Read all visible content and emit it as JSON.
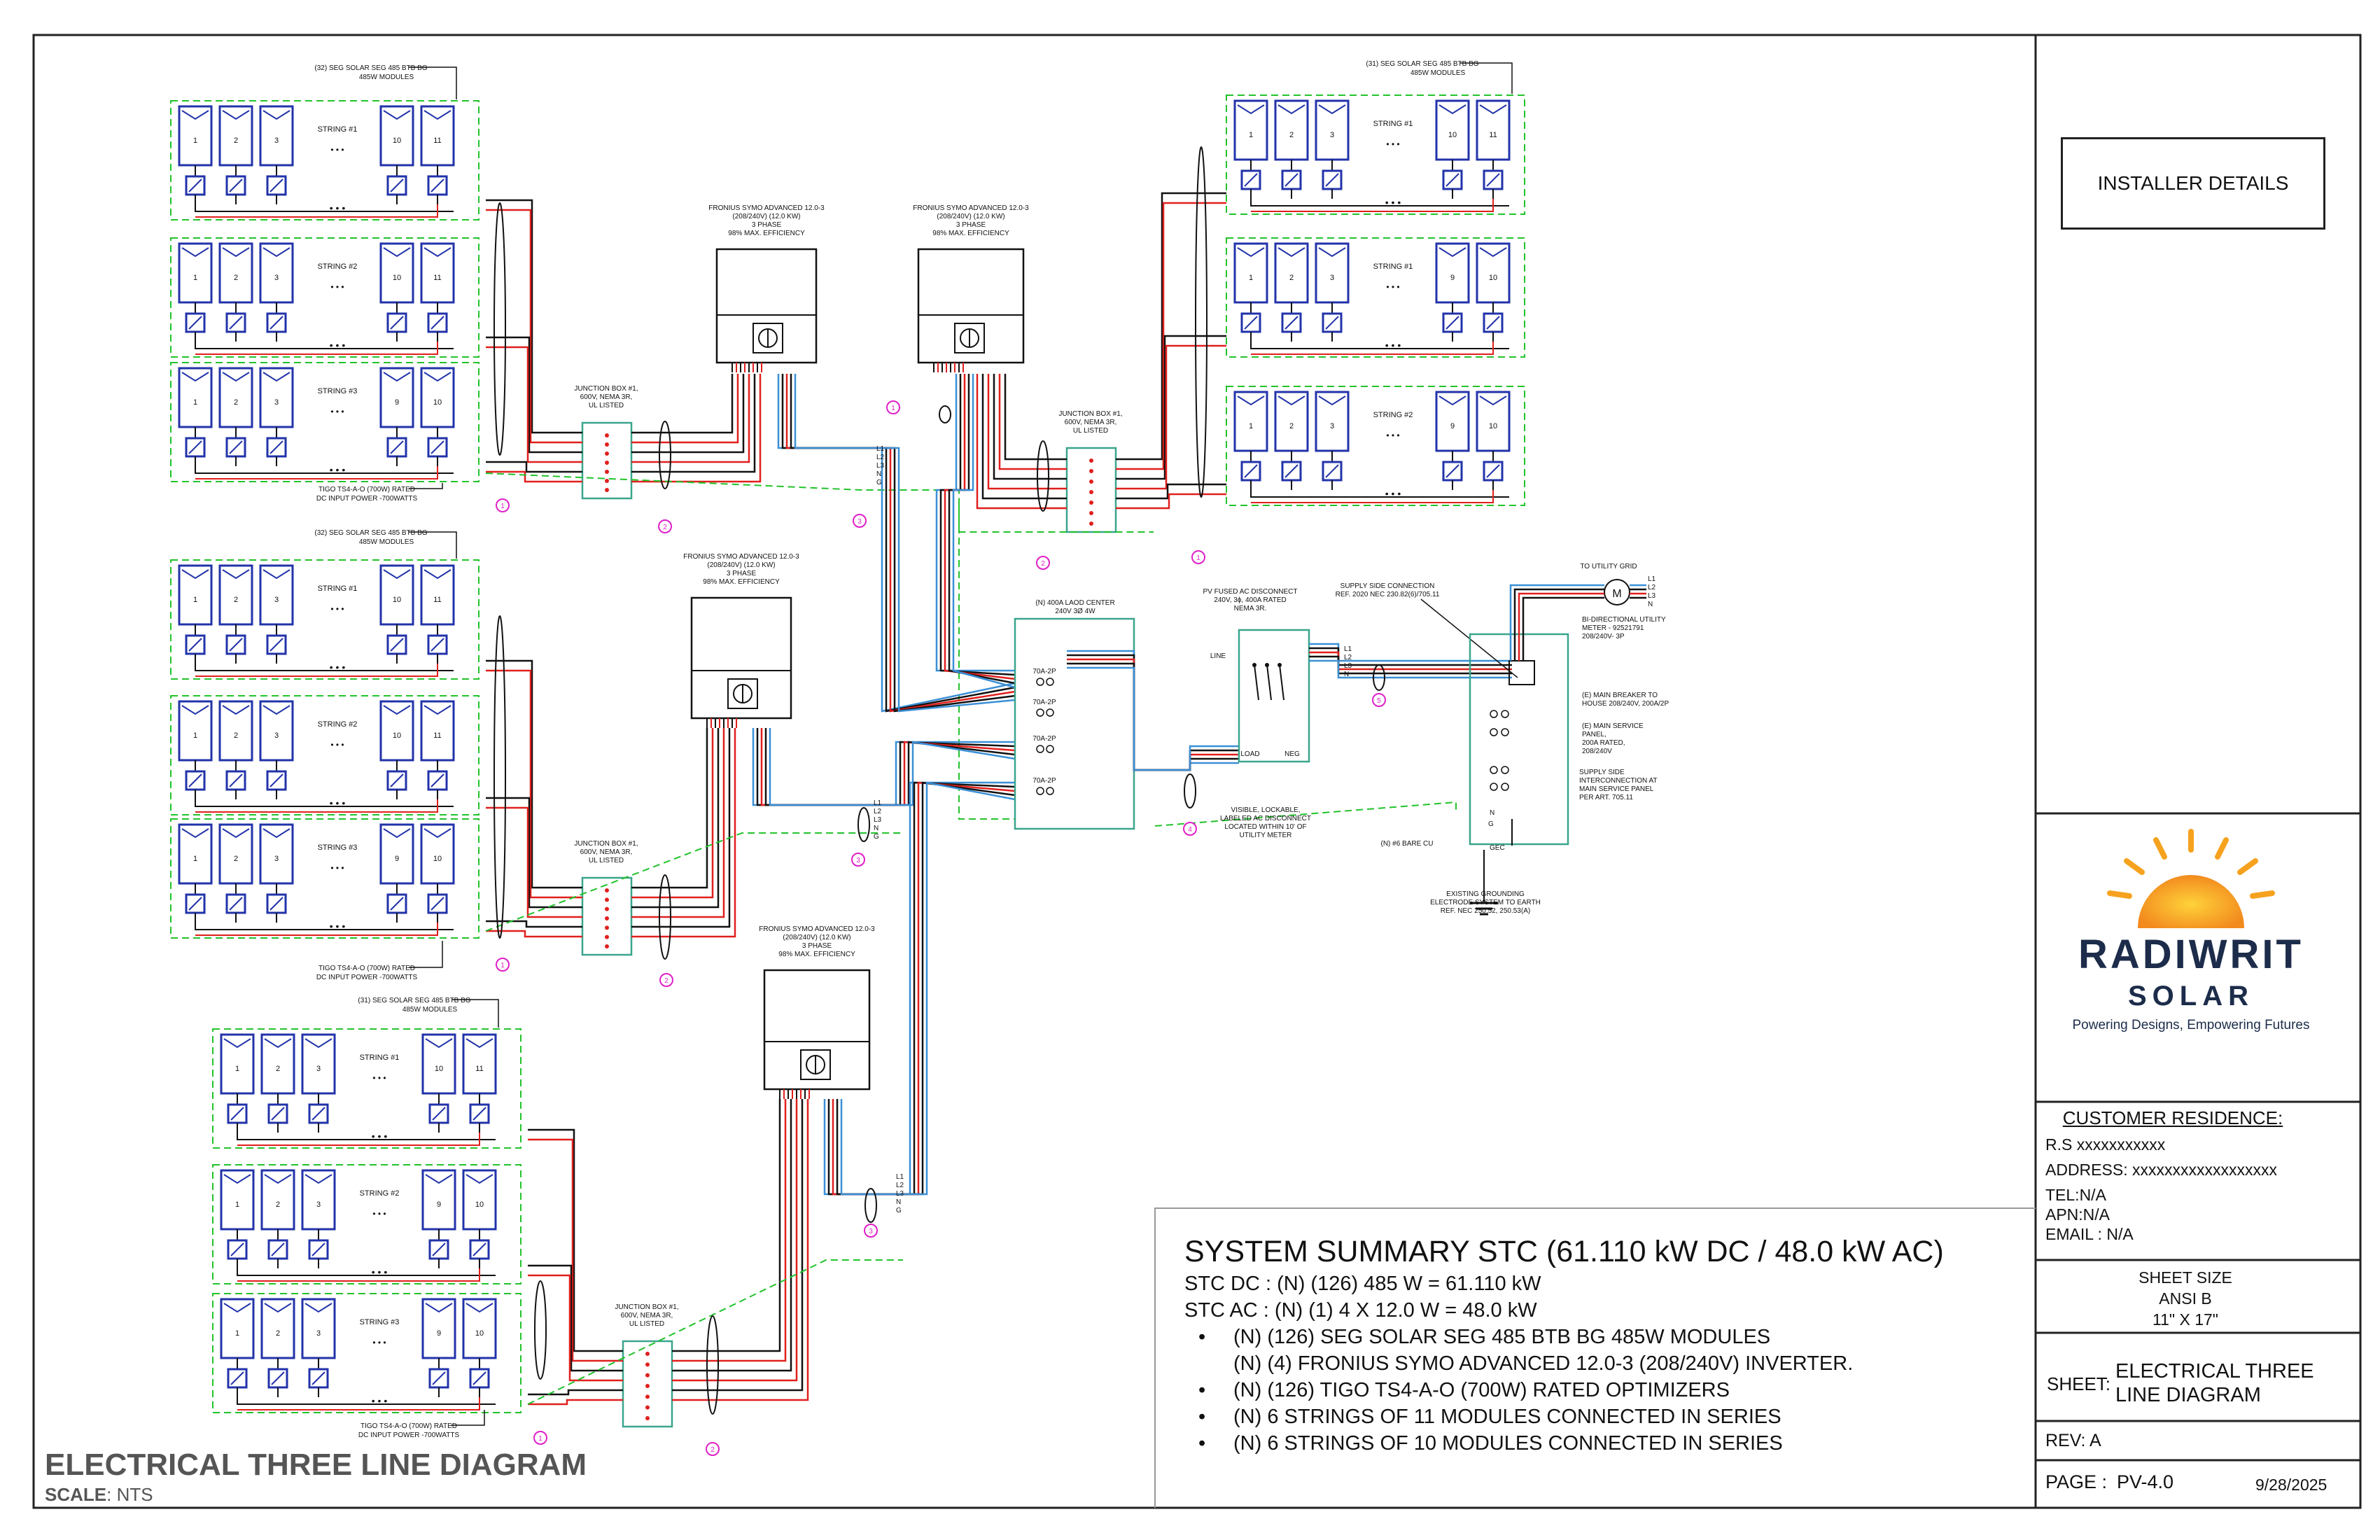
{
  "title_block": {
    "installer_details": "INSTALLER DETAILS",
    "company_name": "RADIWRIT",
    "company_sub": "SOLAR",
    "tagline": "Powering Designs, Empowering Futures",
    "customer_title": "CUSTOMER RESIDENCE:",
    "customer_name": "R.S xxxxxxxxxxx",
    "address": "ADDRESS: xxxxxxxxxxxxxxxxxx",
    "tel": "TEL:N/A",
    "apn": "APN:N/A",
    "email": "EMAIL : N/A",
    "sheet_size_label": "SHEET SIZE",
    "sheet_size": "ANSI B",
    "sheet_dims": "11\" X 17\"",
    "sheet_label": "SHEET:",
    "sheet_name_1": "ELECTRICAL THREE",
    "sheet_name_2": "LINE DIAGRAM",
    "rev": "REV: A",
    "page_label": "PAGE :",
    "page_value": "PV-4.0",
    "date": "9/28/2025"
  },
  "summary": {
    "title": "SYSTEM SUMMARY STC (61.110 kW DC / 48.0 kW AC)",
    "stc_dc": "STC DC : (N) (126) 485 W = 61.110 kW",
    "stc_ac": "STC AC : (N) (1) 4 X 12.0 W = 48.0 kW",
    "bullets": [
      "(N) (126) SEG SOLAR SEG 485 BTB BG 485W MODULES",
      " (N) (4) FRONIUS SYMO ADVANCED 12.0-3 (208/240V) INVERTER.",
      "(N) (126) TIGO TS4-A-O (700W) RATED OPTIMIZERS",
      "(N) 6 STRINGS OF 11 MODULES CONNECTED IN SERIES",
      "(N) 6 STRINGS OF 10 MODULES CONNECTED IN SERIES"
    ],
    "bullet_marks": [
      "•",
      "",
      "•",
      "•",
      "•"
    ]
  },
  "drawing": {
    "title": "ELECTRICAL THREE LINE DIAGRAM",
    "scale_label": "SCALE",
    "scale_value": ": NTS",
    "module_note_32": "(32) SEG SOLAR SEG 485 BTB BG",
    "module_note_31": "(31) SEG SOLAR SEG 485 BTB BG",
    "module_note_w": "485W MODULES",
    "inverter_l1": "FRONIUS SYMO ADVANCED 12.0-3",
    "inverter_l2": "(208/240V) (12.0 KW)",
    "inverter_l3": "3 PHASE",
    "inverter_l4": "98% MAX. EFFICIENCY",
    "jb_l1": "JUNCTION BOX #1,",
    "jb_l2": "600V, NEMA 3R,",
    "jb_l3": "UL LISTED",
    "tigo_l1": "TIGO TS4-A-O (700W) RATED",
    "tigo_l2": "DC INPUT POWER -700WATTS",
    "string1": "STRING #1",
    "string2": "STRING #2",
    "string3": "STRING #3",
    "load_center_l1": "(N) 400A LAOD CENTER",
    "load_center_l2": "240V 3Ø 4W",
    "breaker": "70A-2P",
    "ac_disc_l1": "PV FUSED AC DISCONNECT",
    "ac_disc_l2": "240V, 3ϕ, 400A RATED",
    "ac_disc_l3": "NEMA 3R.",
    "line": "LINE",
    "load": "LOAD",
    "neg": "NEG",
    "visible_l1": "VISIBLE, LOCKABLE,",
    "visible_l2": "LABELED AC DISCONNECT",
    "visible_l3": "LOCATED WITHIN 10' OF",
    "visible_l4": "UTILITY METER",
    "supply_l1": "SUPPLY SIDE CONNECTION",
    "supply_l2": "REF. 2020 NEC 230.82(6)/705.11",
    "to_grid": "TO UTILITY GRID",
    "meter_l1": "BI-DIRECTIONAL UTILITY",
    "meter_l2": "METER - 92521791",
    "meter_l3": "208/240V- 3P",
    "main_brk_l1": "(E) MAIN BREAKER TO",
    "main_brk_l2": "HOUSE 208/240V, 200A/2P",
    "msp_l1": "(E) MAIN SERVICE",
    "msp_l2": "PANEL,",
    "msp_l3": "200A RATED,",
    "msp_l4": "208/240V",
    "ssi_l1": "SUPPLY SIDE",
    "ssi_l2": "INTERCONNECTION AT",
    "ssi_l3": "MAIN SERVICE PANEL",
    "ssi_l4": "PER ART. 705.11",
    "bare_cu": "(N) #6 BARE CU",
    "gec": "GEC",
    "ground_l1": "EXISTING GROUNDING",
    "ground_l2": "ELECTRODE SYSTEM TO EARTH",
    "ground_l3": "REF. NEC 250.52, 250.53(A)",
    "phase_l1": "L1",
    "phase_l2": "L2",
    "phase_l3": "L3",
    "phase_n": "N",
    "phase_g": "G",
    "meter_symbol": "M",
    "dots": "• • •",
    "tags": [
      "1",
      "2",
      "3",
      "4",
      "5"
    ]
  },
  "colors": {
    "border": "#222222",
    "ground": "#22c22b",
    "jbox": "#3aa58c",
    "module": "#2233aa",
    "red": "#e0201e",
    "blue": "#3b8fd6",
    "tag": "#e020c8",
    "logo_navy": "#1c2c4a"
  }
}
